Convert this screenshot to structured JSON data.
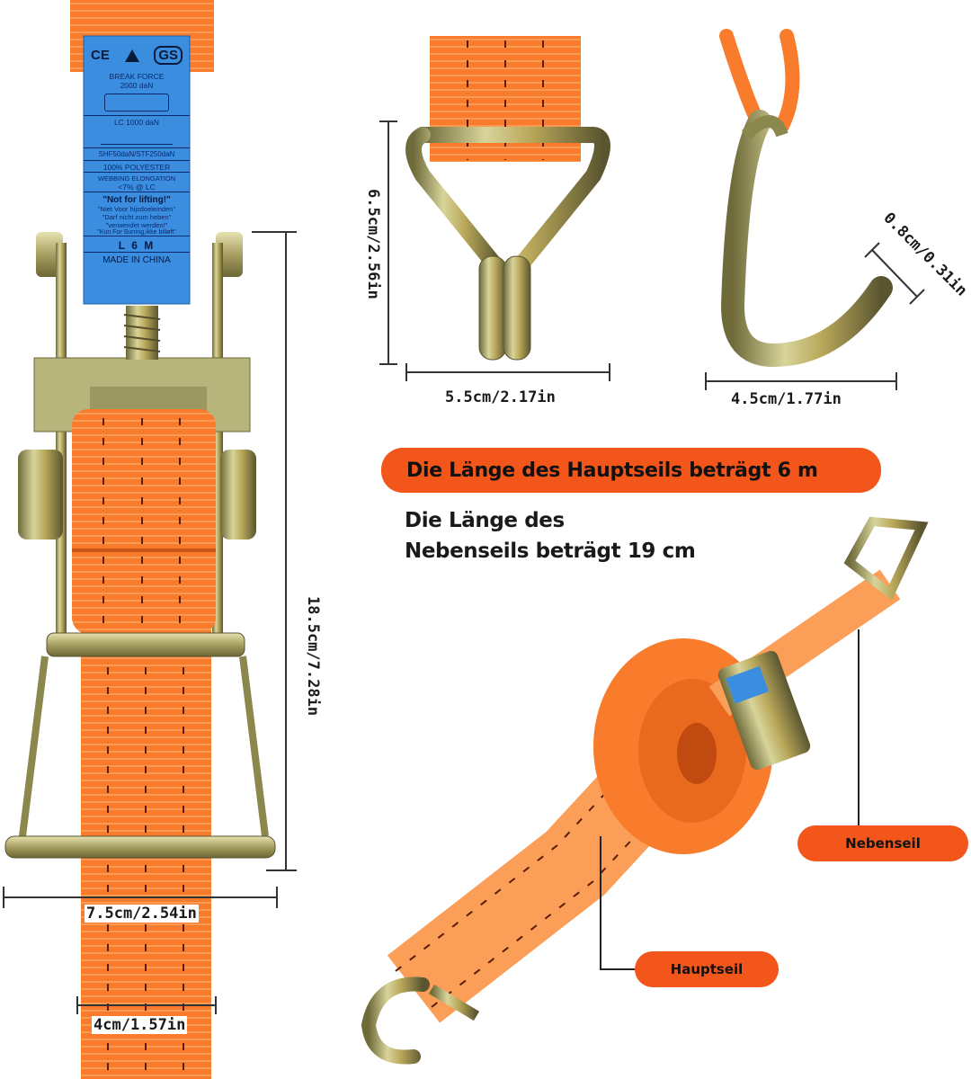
{
  "label": {
    "brand": "GS",
    "break_force_title": "BREAK FORCE",
    "break_force_value": "2000 daN",
    "lc": "LC 1000 daN",
    "shf": "SHF50daN/STF250daN",
    "material": "100% POLYESTER",
    "elongation_title": "WEBBING ELONGATION",
    "elongation_value": "<7% @ LC",
    "not_lifting": "\"Not for lifting!\"",
    "nl": "\"Niet Voor hijsdoeleinden\"",
    "de1": "\"Darf nicht zum heben\"",
    "de2": "\"verwendet werden!\"",
    "no": "\"Kun For Surring,ikke billøft\"",
    "size": "L   6   M",
    "origin": "MADE IN CHINA",
    "ce": "CE"
  },
  "dimensions": {
    "hook_height": "6.5cm/2.56in",
    "hook_width": "5.5cm/2.17in",
    "jhook_thickness": "0.8cm/0.31in",
    "jhook_width": "4.5cm/1.77in",
    "ratchet_length": "18.5cm/7.28in",
    "ratchet_width": "7.5cm/2.54in",
    "strap_width": "4cm/1.57in"
  },
  "info": {
    "main_length": "Die Länge des Hauptseils beträgt 6 m",
    "secondary_line1": "Die Länge des",
    "secondary_line2": "Nebenseils beträgt 19 cm"
  },
  "callouts": {
    "secondary": "Nebenseil",
    "main": "Hauptseil"
  },
  "colors": {
    "strap": "#f97c2c",
    "accent": "#f2561b",
    "label": "#3b8de0",
    "metal": "#b9b36a"
  }
}
